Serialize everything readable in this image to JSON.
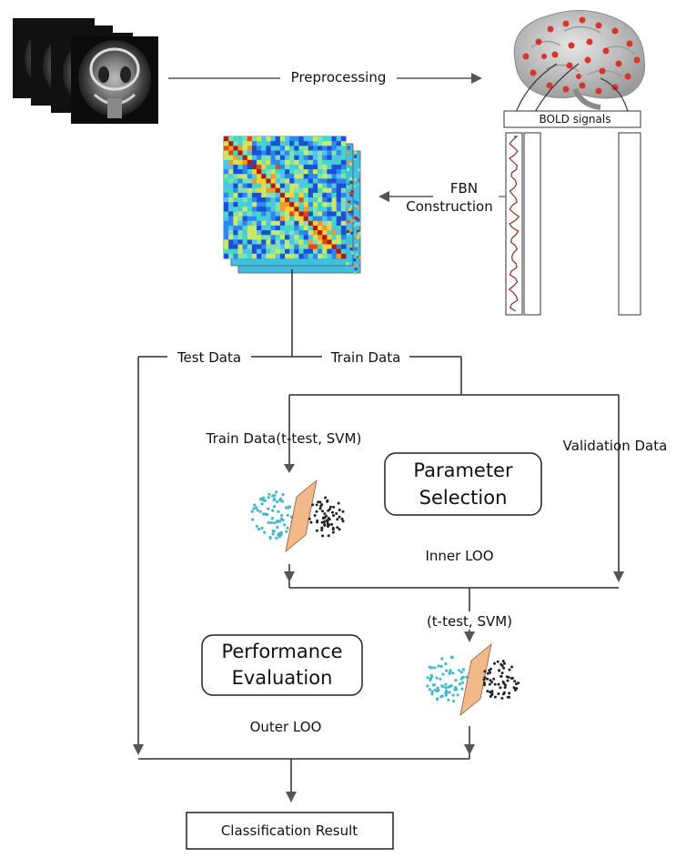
{
  "labels": {
    "preprocessing": "Preprocessing",
    "bold_signals": "BOLD signals",
    "fbn_line1": "FBN",
    "fbn_line2": "Construction",
    "test_data": "Test Data",
    "train_data": "Train Data",
    "train_data_inner": "Train Data(t-test, SVM)",
    "validation_data": "Validation Data",
    "parameter_line1": "Parameter",
    "parameter_line2": "Selection",
    "inner_loo": "Inner LOO",
    "outer_ttest": "(t-test, SVM)",
    "performance_line1": "Performance",
    "performance_line2": "Evaluation",
    "outer_loo": "Outer LOO",
    "classification_result": "Classification Result"
  },
  "colors": {
    "line": "#2b2b2b",
    "arrow": "#555555",
    "hyperplane": "#f2b98a",
    "class_a": "#45b8c8",
    "class_b": "#222222",
    "brain": "#bdbdbd",
    "brain_node": "#d9342b",
    "signal": "#8b2e1e"
  },
  "icons": {
    "mri": "mri-stack-icon",
    "brain": "brain-nodes-icon",
    "matrix": "connectivity-matrix-icon",
    "svm": "svm-hyperplane-icon"
  }
}
